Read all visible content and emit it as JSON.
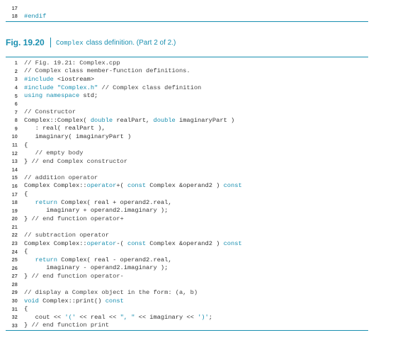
{
  "block1": {
    "lines": [
      {
        "num": "17",
        "parts": []
      },
      {
        "num": "18",
        "parts": [
          [
            "kw",
            "#endif"
          ]
        ]
      }
    ]
  },
  "caption": {
    "figure": "Fig. 19.20",
    "code": "Complex",
    "text": "class definition. (Part 2 of 2.)"
  },
  "block2": {
    "lines": [
      {
        "num": "1",
        "parts": [
          [
            "cm",
            "// Fig. 19.21: Complex.cpp"
          ]
        ]
      },
      {
        "num": "2",
        "parts": [
          [
            "cm",
            "// Complex class member-function definitions."
          ]
        ]
      },
      {
        "num": "3",
        "parts": [
          [
            "kw",
            "#include"
          ],
          [
            "tx",
            " <iostream>"
          ]
        ]
      },
      {
        "num": "4",
        "parts": [
          [
            "kw",
            "#include"
          ],
          [
            "tx",
            " "
          ],
          [
            "st",
            "\"Complex.h\""
          ],
          [
            "cm",
            " // Complex class definition"
          ]
        ]
      },
      {
        "num": "5",
        "parts": [
          [
            "kw",
            "using namespace"
          ],
          [
            "tx",
            " std;"
          ]
        ]
      },
      {
        "num": "6",
        "parts": []
      },
      {
        "num": "7",
        "parts": [
          [
            "cm",
            "// Constructor"
          ]
        ]
      },
      {
        "num": "8",
        "parts": [
          [
            "tx",
            "Complex::Complex( "
          ],
          [
            "kw",
            "double"
          ],
          [
            "tx",
            " realPart, "
          ],
          [
            "kw",
            "double"
          ],
          [
            "tx",
            " imaginaryPart )"
          ]
        ]
      },
      {
        "num": "9",
        "parts": [
          [
            "tx",
            "   : real( realPart ),"
          ]
        ]
      },
      {
        "num": "10",
        "parts": [
          [
            "tx",
            "   imaginary( imaginaryPart )"
          ]
        ]
      },
      {
        "num": "11",
        "parts": [
          [
            "tx",
            "{"
          ]
        ]
      },
      {
        "num": "12",
        "parts": [
          [
            "cm",
            "   // empty body"
          ]
        ]
      },
      {
        "num": "13",
        "parts": [
          [
            "tx",
            "} "
          ],
          [
            "cm",
            "// end Complex constructor"
          ]
        ]
      },
      {
        "num": "14",
        "parts": []
      },
      {
        "num": "15",
        "parts": [
          [
            "cm",
            "// addition operator"
          ]
        ]
      },
      {
        "num": "16",
        "parts": [
          [
            "tx",
            "Complex Complex::"
          ],
          [
            "kw",
            "operator"
          ],
          [
            "tx",
            "+( "
          ],
          [
            "kw",
            "const"
          ],
          [
            "tx",
            " Complex &operand2 ) "
          ],
          [
            "kw",
            "const"
          ]
        ]
      },
      {
        "num": "17",
        "parts": [
          [
            "tx",
            "{"
          ]
        ]
      },
      {
        "num": "18",
        "parts": [
          [
            "tx",
            "   "
          ],
          [
            "kw",
            "return"
          ],
          [
            "tx",
            " Complex( real + operand2.real,"
          ]
        ]
      },
      {
        "num": "19",
        "parts": [
          [
            "tx",
            "      imaginary + operand2.imaginary );"
          ]
        ]
      },
      {
        "num": "20",
        "parts": [
          [
            "tx",
            "} "
          ],
          [
            "cm",
            "// end function operator+"
          ]
        ]
      },
      {
        "num": "21",
        "parts": []
      },
      {
        "num": "22",
        "parts": [
          [
            "cm",
            "// subtraction operator"
          ]
        ]
      },
      {
        "num": "23",
        "parts": [
          [
            "tx",
            "Complex Complex::"
          ],
          [
            "kw",
            "operator"
          ],
          [
            "tx",
            "-( "
          ],
          [
            "kw",
            "const"
          ],
          [
            "tx",
            " Complex &operand2 ) "
          ],
          [
            "kw",
            "const"
          ]
        ]
      },
      {
        "num": "24",
        "parts": [
          [
            "tx",
            "{"
          ]
        ]
      },
      {
        "num": "25",
        "parts": [
          [
            "tx",
            "   "
          ],
          [
            "kw",
            "return"
          ],
          [
            "tx",
            " Complex( real - operand2.real,"
          ]
        ]
      },
      {
        "num": "26",
        "parts": [
          [
            "tx",
            "      imaginary - operand2.imaginary );"
          ]
        ]
      },
      {
        "num": "27",
        "parts": [
          [
            "tx",
            "} "
          ],
          [
            "cm",
            "// end function operator-"
          ]
        ]
      },
      {
        "num": "28",
        "parts": []
      },
      {
        "num": "29",
        "parts": [
          [
            "cm",
            "// display a Complex object in the form: (a, b)"
          ]
        ]
      },
      {
        "num": "30",
        "parts": [
          [
            "kw",
            "void"
          ],
          [
            "tx",
            " Complex::print() "
          ],
          [
            "kw",
            "const"
          ]
        ]
      },
      {
        "num": "31",
        "parts": [
          [
            "tx",
            "{"
          ]
        ]
      },
      {
        "num": "32",
        "parts": [
          [
            "tx",
            "   cout << "
          ],
          [
            "st",
            "'('"
          ],
          [
            "tx",
            " << real << "
          ],
          [
            "st",
            "\", \""
          ],
          [
            "tx",
            " << imaginary << "
          ],
          [
            "st",
            "')'"
          ],
          [
            "tx",
            ";"
          ]
        ]
      },
      {
        "num": "33",
        "parts": [
          [
            "tx",
            "} "
          ],
          [
            "cm",
            "// end function print"
          ]
        ]
      }
    ]
  },
  "colors": {
    "accent": "#1a8fb0",
    "text": "#333333",
    "line_number": "#555555"
  }
}
